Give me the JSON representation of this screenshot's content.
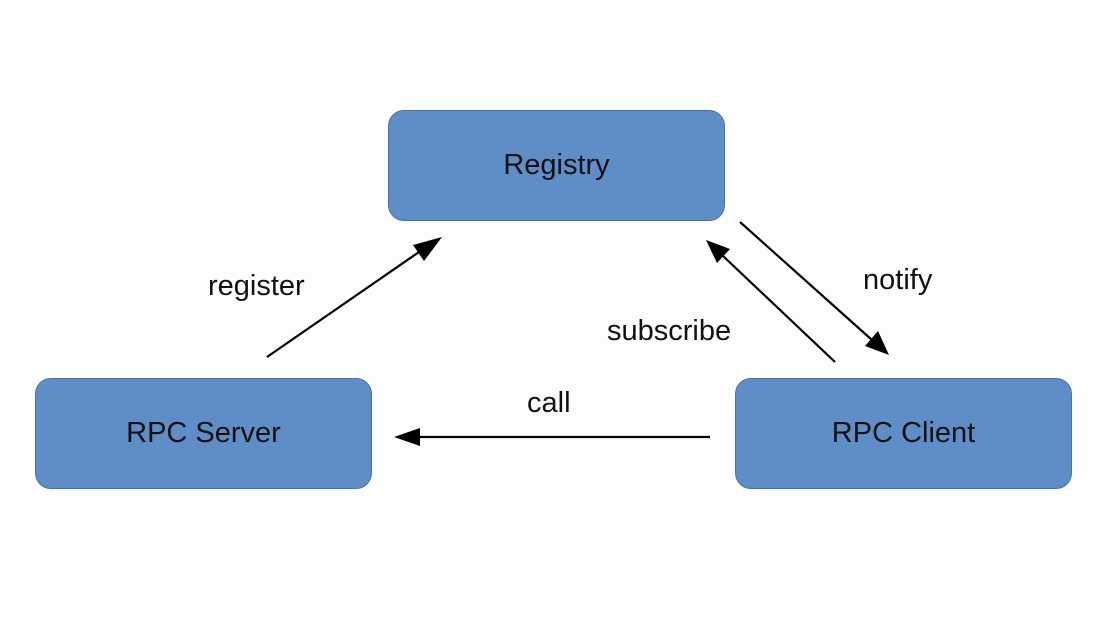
{
  "nodes": {
    "registry": "Registry",
    "rpc_server": "RPC Server",
    "rpc_client": "RPC Client"
  },
  "edges": {
    "register": "register",
    "notify": "notify",
    "subscribe": "subscribe",
    "call": "call"
  },
  "colors": {
    "node_fill": "#5f8dc7",
    "node_border": "#4a72a6",
    "arrow": "#000000"
  }
}
